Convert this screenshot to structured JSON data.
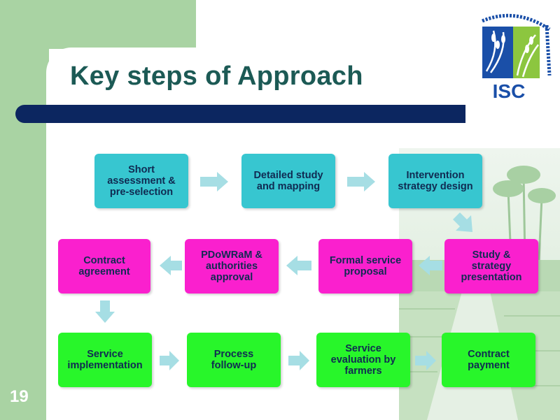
{
  "slide": {
    "title": "Key steps of Approach",
    "page_number": "19",
    "logo_text": "ISC"
  },
  "colors": {
    "band_green": "#a9d3a3",
    "title_text": "#1c5a55",
    "title_bar": "#0c2660",
    "row1_teal": "#37c6d0",
    "row2_magenta": "#fa20ce",
    "row3_green": "#28f62a",
    "arrow": "#a6dee4"
  },
  "flow": {
    "row1": [
      {
        "label": "Short\nassessment &\npre-selection"
      },
      {
        "label": "Detailed study\nand mapping"
      },
      {
        "label": "Intervention\nstrategy design"
      }
    ],
    "row2": [
      {
        "label": "Study &\nstrategy\npresentation"
      },
      {
        "label": "Formal service\nproposal"
      },
      {
        "label": "PDoWRaM &\nauthorities\napproval"
      },
      {
        "label": "Contract\nagreement"
      }
    ],
    "row3": [
      {
        "label": "Service\nimplementation"
      },
      {
        "label": "Process\nfollow-up"
      },
      {
        "label": "Service\nevaluation by\nfarmers"
      },
      {
        "label": "Contract\npayment"
      }
    ]
  }
}
